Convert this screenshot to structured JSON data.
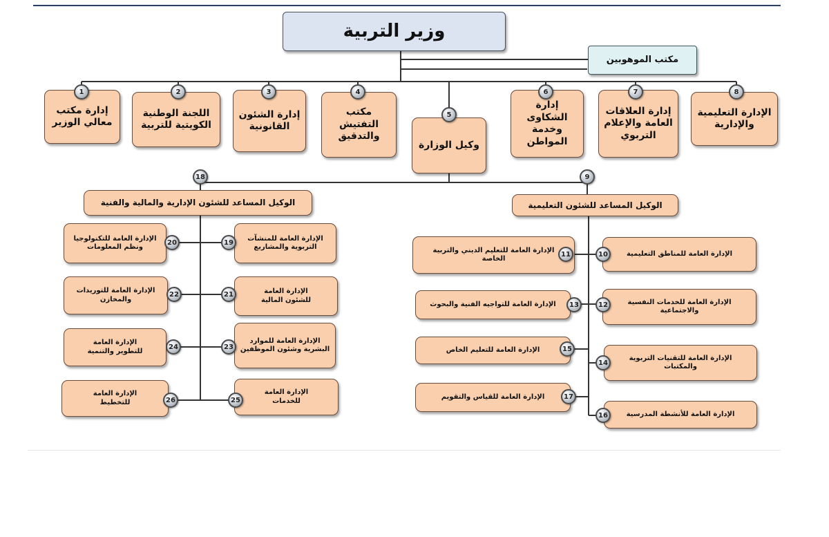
{
  "minister": "وزير التربية",
  "gifted_office": "مكتب الموهوبين",
  "top_units": [
    {
      "num": "1",
      "label": "إدارة مكتب\nمعالي الوزير"
    },
    {
      "num": "2",
      "label": "اللجنة  الوطنية\nالكويتية للتربية"
    },
    {
      "num": "3",
      "label": "إدارة الشئون\nالقانونية"
    },
    {
      "num": "4",
      "label": "مكتب\nالتفتيش\nوالتدقيق"
    },
    {
      "num": "5",
      "label": "وكيل الوزارة"
    },
    {
      "num": "6",
      "label": "إدارة الشكاوى\nوخدمة\nالمواطن"
    },
    {
      "num": "7",
      "label": "إدارة العلاقات\nالعامة والإعلام\nالتربوي"
    },
    {
      "num": "8",
      "label": "الإدارة التعليمية\nوالإدارية"
    }
  ],
  "assistants": [
    {
      "num": "18",
      "label": "الوكيل المساعد للشئون الإدارية والمالية والفنية"
    },
    {
      "num": "9",
      "label": "الوكيل المساعد للشئون التعليمية"
    }
  ],
  "admin_departments": [
    {
      "num": "19",
      "label": "الإدارة العامة للمنشآت\nالتربوية والمشاريع"
    },
    {
      "num": "20",
      "label": "الإدارة العامة للتكنولوجيا\nونظم المعلومات"
    },
    {
      "num": "21",
      "label": "الإدارة العامة\nللشئون المالية"
    },
    {
      "num": "22",
      "label": "الإدارة العامة للتوريدات\nوالمخازن"
    },
    {
      "num": "23",
      "label": "الإدارة العامة للموارد\nالبشرية وشئون الموظفين"
    },
    {
      "num": "24",
      "label": "الإدارة العامة\nللتطوير والتنمية"
    },
    {
      "num": "25",
      "label": "الإدارة العامة\nللخدمات"
    },
    {
      "num": "26",
      "label": "الإدارة العامة\nللتخطيط"
    }
  ],
  "edu_departments": [
    {
      "num": "10",
      "label": "الإدارة العامة للمناطق التعليمية"
    },
    {
      "num": "11",
      "label": "الإدارة العامة للتعليم الديني والتربية\nالخاصة"
    },
    {
      "num": "12",
      "label": "الإدارة العامة للخدمات النفسية\nوالاجتماعية"
    },
    {
      "num": "13",
      "label": "الإدارة العامة للتواجيه الفنية والبحوث"
    },
    {
      "num": "14",
      "label": "الإدارة العامة للتقنيات التربوية\nوالمكتبات"
    },
    {
      "num": "15",
      "label": "الإدارة العامة للتعليم الخاص"
    },
    {
      "num": "16",
      "label": "الإدارة العامة للأنشطة المدرسية"
    },
    {
      "num": "17",
      "label": "الإدارة العامة للقياس والتقويم"
    }
  ]
}
